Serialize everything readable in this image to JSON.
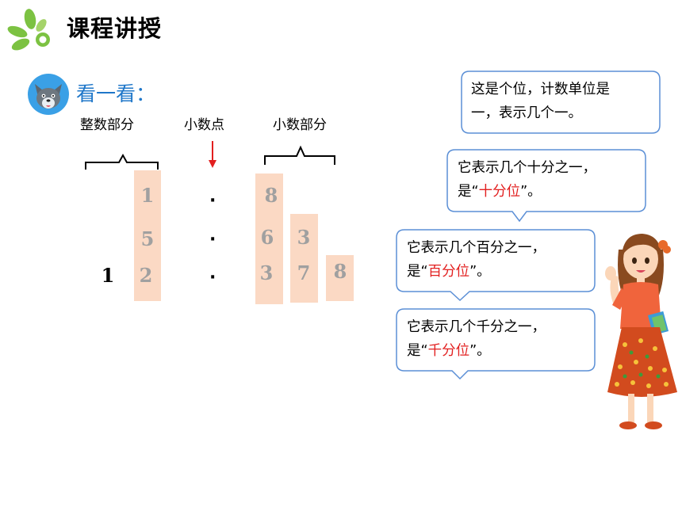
{
  "header": {
    "title": "课程讲授"
  },
  "section": {
    "look_label": "看一看："
  },
  "labels": {
    "integer_part": "整数部分",
    "decimal_point": "小数点",
    "decimal_part": "小数部分"
  },
  "rows": [
    {
      "integer": [
        "1"
      ],
      "point": "·",
      "decimals": [
        "8"
      ]
    },
    {
      "integer": [
        "5"
      ],
      "point": "·",
      "decimals": [
        "6",
        "3"
      ]
    },
    {
      "integer_prefix": "1",
      "integer": [
        "2"
      ],
      "point": "·",
      "decimals": [
        "3",
        "7",
        "8"
      ]
    }
  ],
  "bubbles": [
    {
      "line1": "这是个位，计数单位是",
      "line2": "一，表示几个一。"
    },
    {
      "line1": "它表示几个十分之一，",
      "line2_pre": "是“",
      "line2_red": "十分位",
      "line2_post": "”。"
    },
    {
      "line1": "它表示几个百分之一，",
      "line2_pre": "是“",
      "line2_red": "百分位",
      "line2_post": "”。"
    },
    {
      "line1": "它表示几个千分之一，",
      "line2_pre": "是“",
      "line2_red": "千分位",
      "line2_post": "”。"
    }
  ],
  "colors": {
    "accent_red": "#e21f1f",
    "column_fill": "#fbd9c4",
    "look_blue": "#1f77c9",
    "bubble_border": "#5b8fd6"
  }
}
